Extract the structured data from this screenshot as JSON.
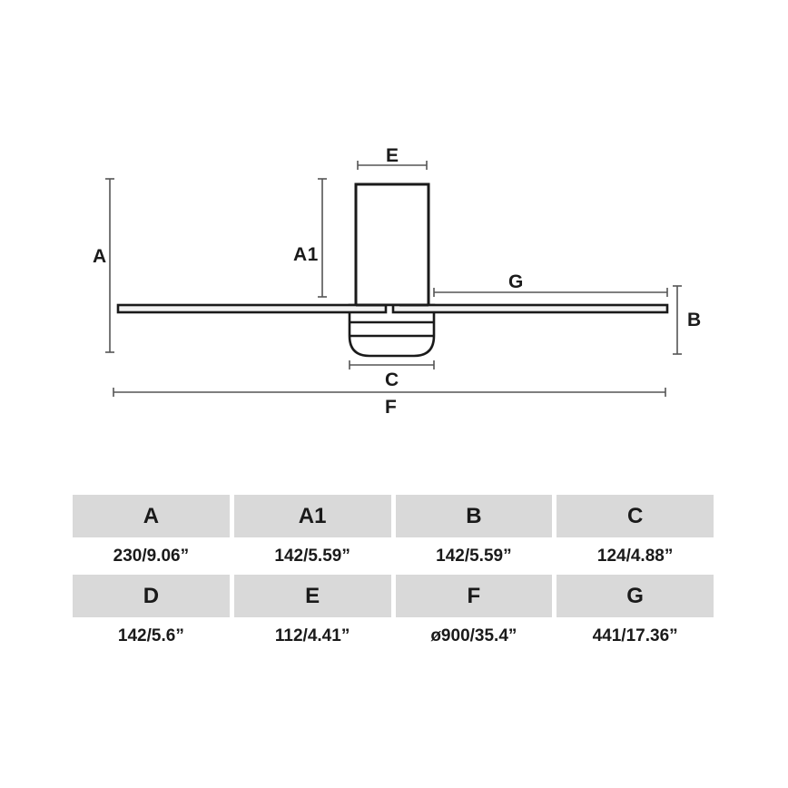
{
  "drawing": {
    "title": "ceiling-fan-dimension-drawing",
    "colors": {
      "line": "#1a1a1a",
      "dimension_line": "#555555",
      "blade_fill": "#f2f2f2",
      "table_header_bg": "#d9d9d9",
      "background": "#ffffff"
    },
    "dimension_labels": [
      {
        "key": "A",
        "text": "A",
        "orientation": "vertical",
        "side": "left"
      },
      {
        "key": "A1",
        "text": "A1",
        "orientation": "vertical",
        "side": "left"
      },
      {
        "key": "B",
        "text": "B",
        "orientation": "vertical",
        "side": "right"
      },
      {
        "key": "C",
        "text": "C",
        "orientation": "horizontal",
        "side": "below"
      },
      {
        "key": "E",
        "text": "E",
        "orientation": "horizontal",
        "side": "above"
      },
      {
        "key": "F",
        "text": "F",
        "orientation": "horizontal",
        "side": "below"
      },
      {
        "key": "G",
        "text": "G",
        "orientation": "horizontal",
        "side": "above"
      }
    ]
  },
  "table": {
    "rows": [
      {
        "headers": [
          "A",
          "A1",
          "B",
          "C"
        ],
        "values": [
          "230/9.06”",
          "142/5.59”",
          "142/5.59”",
          "124/4.88”"
        ]
      },
      {
        "headers": [
          "D",
          "E",
          "F",
          "G"
        ],
        "values": [
          "142/5.6”",
          "112/4.41”",
          "ø900/35.4”",
          "441/17.36”"
        ]
      }
    ]
  }
}
